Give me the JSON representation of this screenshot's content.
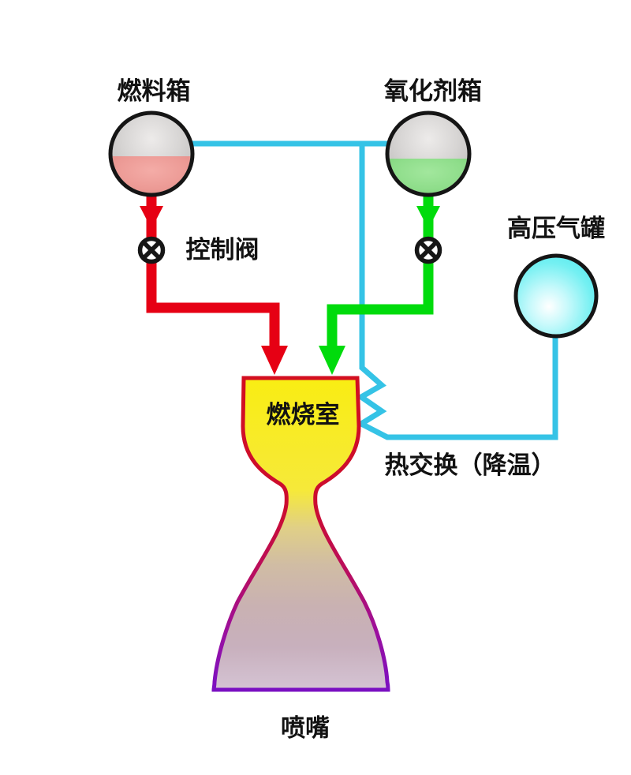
{
  "diagram": {
    "labels": {
      "fuel_tank": "燃料箱",
      "oxidizer_tank": "氧化剂箱",
      "pressure_tank": "高压气罐",
      "control_valve": "控制阀",
      "combustion_chamber": "燃烧室",
      "heat_exchange": "热交换（降温）",
      "nozzle": "喷嘴"
    },
    "colors": {
      "background": "#ffffff",
      "fuel_line": "#e60014",
      "oxidizer_line": "#00db0c",
      "pressurant_line": "#35c3e6",
      "fuel_liquid": "#ec9a95",
      "oxidizer_liquid": "#8edd8a",
      "pressurant_gas": "#71f0f2",
      "tank_shell_gray": "#c9c7c7",
      "chamber_fill": "#f9ed13",
      "chamber_border": "#d30e20",
      "nozzle_exit_fill": "#d5c4d4",
      "nozzle_exit_border": "#7a10c2",
      "valve_outline": "#161616",
      "label_text": "#121212"
    }
  }
}
